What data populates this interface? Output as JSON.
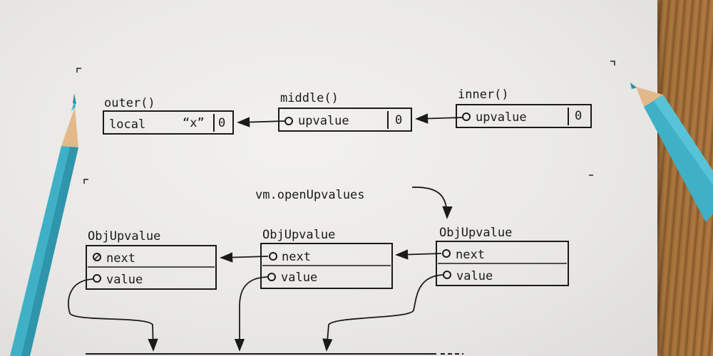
{
  "diagram": {
    "top_row": {
      "outer": {
        "title": "outer()",
        "field_name": "local",
        "field_value": "“x”",
        "slot": "0"
      },
      "middle": {
        "title": "middle()",
        "field_name": "upvalue",
        "slot": "0"
      },
      "inner": {
        "title": "inner()",
        "field_name": "upvalue",
        "slot": "0"
      }
    },
    "vm_label": "vm.openUpvalues",
    "upvalues": [
      {
        "title": "ObjUpvalue",
        "next_label": "next",
        "value_label": "value"
      },
      {
        "title": "ObjUpvalue",
        "next_label": "next",
        "value_label": "value"
      },
      {
        "title": "ObjUpvalue",
        "next_label": "next",
        "value_label": "value"
      }
    ]
  },
  "colors": {
    "ink": "#1a1a1a",
    "paper": "#ecebe8",
    "pencil_blue": "#3fb0c6",
    "wood": "#8a5a2e"
  }
}
